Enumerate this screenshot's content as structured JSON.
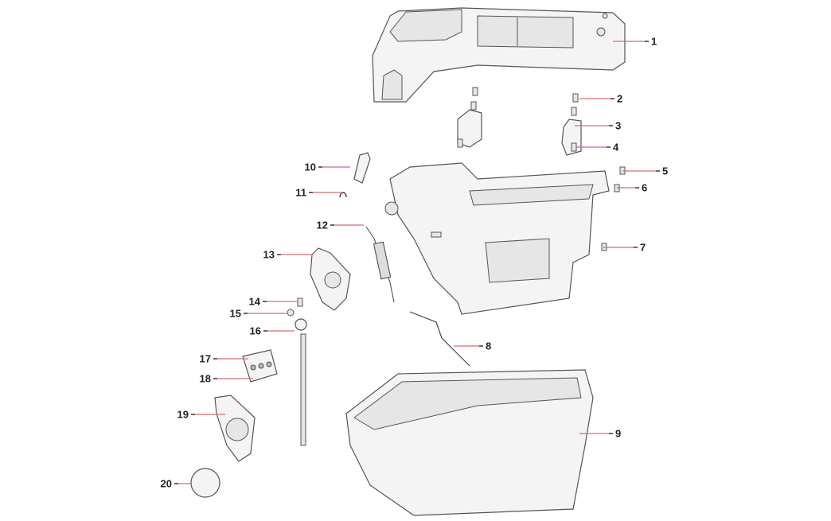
{
  "diagram": {
    "type": "exploded-parts-diagram",
    "callouts": [
      "1",
      "2",
      "3",
      "4",
      "5",
      "6",
      "7",
      "8",
      "9",
      "10",
      "11",
      "12",
      "13",
      "14",
      "15",
      "16",
      "17",
      "18",
      "19",
      "20"
    ],
    "leader_color": "#d86a72"
  }
}
